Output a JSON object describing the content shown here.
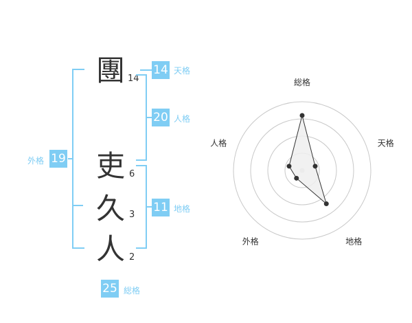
{
  "name": {
    "surname": [
      {
        "char": "團",
        "strokes": "14"
      }
    ],
    "given": [
      {
        "char": "吏",
        "strokes": "6"
      },
      {
        "char": "久",
        "strokes": "3"
      },
      {
        "char": "人",
        "strokes": "2"
      }
    ]
  },
  "fortunes": {
    "tenkaku": {
      "label": "天格",
      "value": "14"
    },
    "jinkaku": {
      "label": "人格",
      "value": "20"
    },
    "chikaku": {
      "label": "地格",
      "value": "11"
    },
    "gaikaku": {
      "label": "外格",
      "value": "19"
    },
    "soukaku": {
      "label": "総格",
      "value": "25"
    }
  },
  "colors": {
    "accent": "#7fcdf4",
    "text": "#333333",
    "ring": "#c8c8c8",
    "fill": "#eeeeee"
  },
  "chart_data": {
    "type": "radar",
    "axes": [
      "総格",
      "天格",
      "地格",
      "外格",
      "人格"
    ],
    "values": [
      4,
      1,
      3,
      0.7,
      1
    ],
    "max": 5,
    "rings": 4
  }
}
